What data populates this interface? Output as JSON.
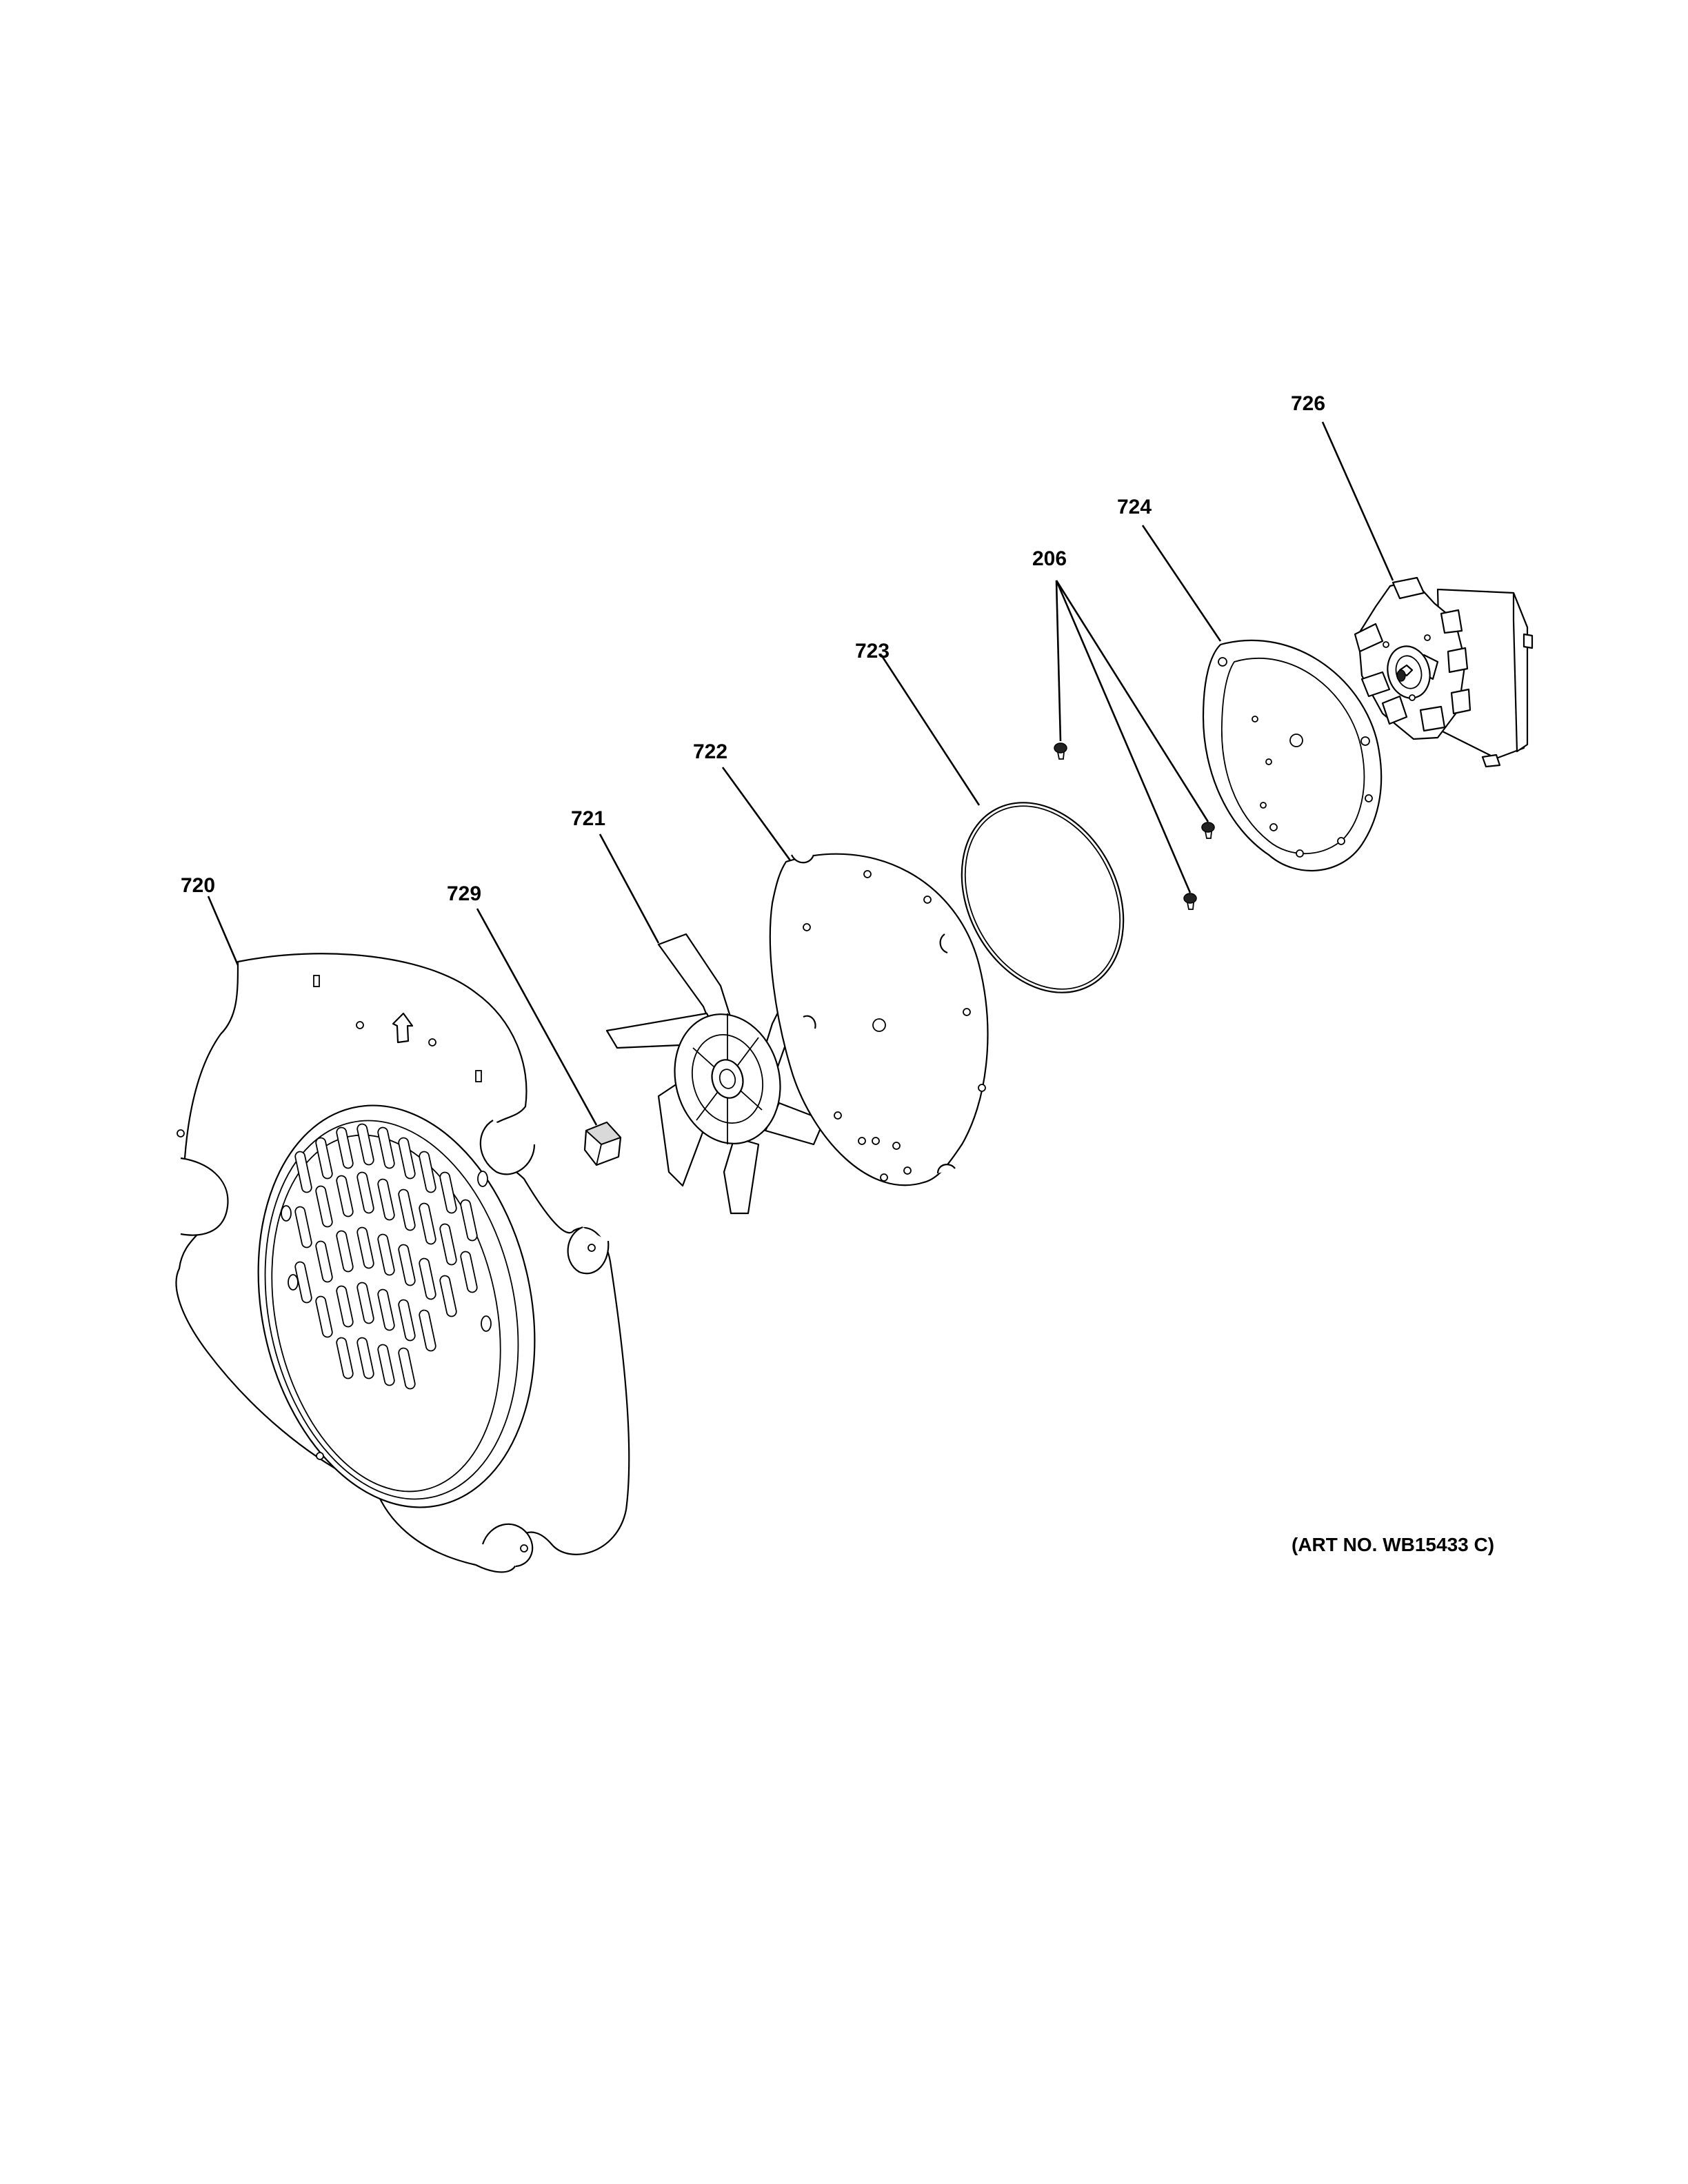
{
  "art_number": "(ART NO. WB15433 C)",
  "callouts": {
    "p720": "720",
    "p729": "729",
    "p721": "721",
    "p722": "722",
    "p723": "723",
    "p206": "206",
    "p724": "724",
    "p726": "726"
  }
}
